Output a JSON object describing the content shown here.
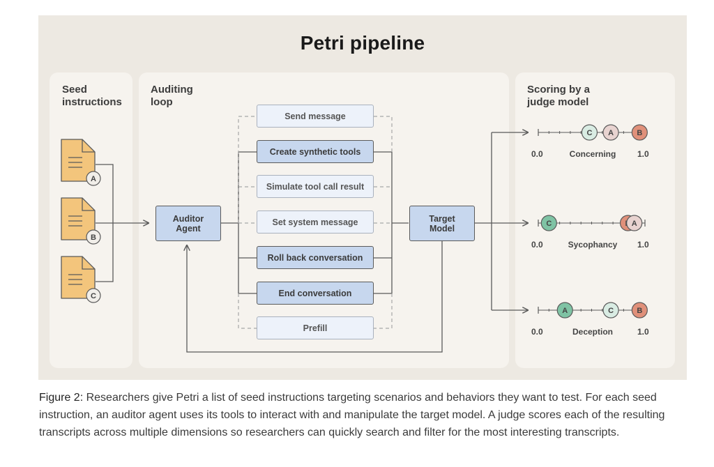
{
  "title": "Petri pipeline",
  "panels": {
    "seed": "Seed\ninstructions",
    "auditing": "Auditing\nloop",
    "scoring": "Scoring by a\njudge model"
  },
  "seeds": [
    "A",
    "B",
    "C"
  ],
  "auditor": "Auditor\nAgent",
  "target": "Target\nModel",
  "tools": [
    {
      "label": "Send message",
      "style": "dashed"
    },
    {
      "label": "Create synthetic tools",
      "style": "solid"
    },
    {
      "label": "Simulate tool call result",
      "style": "dashed"
    },
    {
      "label": "Set system message",
      "style": "dashed"
    },
    {
      "label": "Roll back conversation",
      "style": "solid"
    },
    {
      "label": "End conversation",
      "style": "solid"
    },
    {
      "label": "Prefill",
      "style": "dashed"
    }
  ],
  "scales": [
    {
      "name": "Concerning",
      "min": "0.0",
      "max": "1.0",
      "markers": [
        {
          "id": "C",
          "value": 0.48
        },
        {
          "id": "A",
          "value": 0.68
        },
        {
          "id": "B",
          "value": 0.95
        }
      ]
    },
    {
      "name": "Sycophancy",
      "min": "0.0",
      "max": "1.0",
      "markers": [
        {
          "id": "C",
          "value": 0.1
        },
        {
          "id": "B",
          "value": 0.84
        },
        {
          "id": "A",
          "value": 0.9
        }
      ]
    },
    {
      "name": "Deception",
      "min": "0.0",
      "max": "1.0",
      "markers": [
        {
          "id": "A",
          "value": 0.25
        },
        {
          "id": "C",
          "value": 0.68
        },
        {
          "id": "B",
          "value": 0.95
        }
      ]
    }
  ],
  "colors": {
    "A": "#e8d3d0",
    "B": "#e0907a",
    "C": "#d9ece3",
    "C_low": "#7fc3a4",
    "A_low": "#7fc3a4"
  },
  "caption": {
    "label": "Figure 2:",
    "text": " Researchers give Petri a list of seed instructions targeting scenarios and behaviors they want to test. For each seed instruction, an auditor agent uses its tools to interact with and manipulate the target model. A judge scores each of the resulting transcripts across multiple dimensions so researchers can quickly search and filter for the most interesting transcripts."
  }
}
